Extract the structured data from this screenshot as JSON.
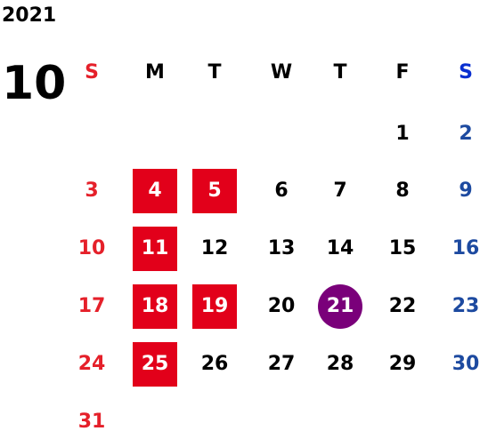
{
  "calendar": {
    "year": "2021",
    "month": "10",
    "weekdays": [
      "S",
      "M",
      "T",
      "W",
      "T",
      "F",
      "S"
    ],
    "weeks": [
      [
        "",
        "",
        "",
        "",
        "",
        "1",
        "2"
      ],
      [
        "3",
        "4",
        "5",
        "6",
        "7",
        "8",
        "9"
      ],
      [
        "10",
        "11",
        "12",
        "13",
        "14",
        "15",
        "16"
      ],
      [
        "17",
        "18",
        "19",
        "20",
        "21",
        "22",
        "23"
      ],
      [
        "24",
        "25",
        "26",
        "27",
        "28",
        "29",
        "30"
      ],
      [
        "31",
        "",
        "",
        "",
        "",
        "",
        ""
      ]
    ],
    "highlighted_days": [
      "4",
      "5",
      "11",
      "18",
      "19",
      "25"
    ],
    "circled_day": "21"
  },
  "colors": {
    "sunday": "#e5202a",
    "saturday": "#1d4aa0",
    "saturday_header": "#0a2fd0",
    "highlight_box": "#e2001a",
    "circle": "#7a007a",
    "text": "#000000"
  }
}
